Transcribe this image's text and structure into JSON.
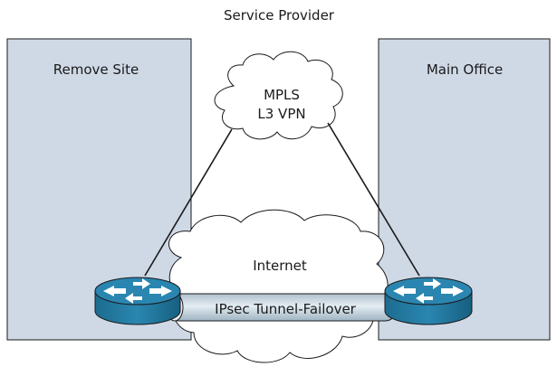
{
  "diagram": {
    "title": "Service Provider",
    "left_site": {
      "label": "Remove Site"
    },
    "right_site": {
      "label": "Main Office"
    },
    "mpls_cloud": {
      "line1": "MPLS",
      "line2": "L3 VPN"
    },
    "internet_cloud": {
      "label": "Internet"
    },
    "tunnel": {
      "label": "IPsec Tunnel-Failover"
    },
    "colors": {
      "site_fill": "#cfd9e6",
      "cloud_fill": "#ffffff",
      "router_top": "#2a86b0",
      "router_side": "#175f80",
      "tunnel_fill": "#c7d8e3",
      "line": "#1a1a1a"
    }
  }
}
